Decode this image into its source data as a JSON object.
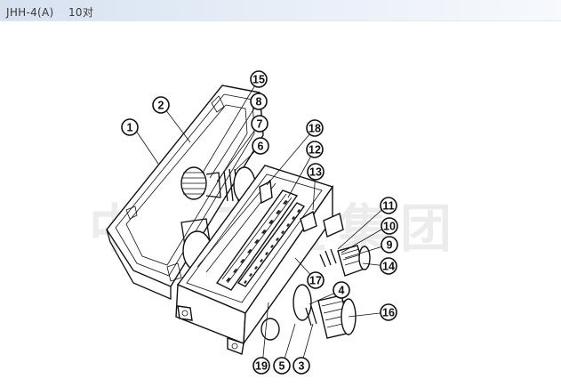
{
  "header": {
    "title": "JHH-4(A)    10对"
  },
  "watermark": {
    "text": "中国三宝集团"
  },
  "callouts": [
    {
      "label": "1"
    },
    {
      "label": "2"
    },
    {
      "label": "15"
    },
    {
      "label": "8"
    },
    {
      "label": "7"
    },
    {
      "label": "6"
    },
    {
      "label": "18"
    },
    {
      "label": "12"
    },
    {
      "label": "13"
    },
    {
      "label": "11"
    },
    {
      "label": "10"
    },
    {
      "label": "9"
    },
    {
      "label": "14"
    },
    {
      "label": "17"
    },
    {
      "label": "4"
    },
    {
      "label": "16"
    },
    {
      "label": "19"
    },
    {
      "label": "5"
    },
    {
      "label": "3"
    }
  ]
}
